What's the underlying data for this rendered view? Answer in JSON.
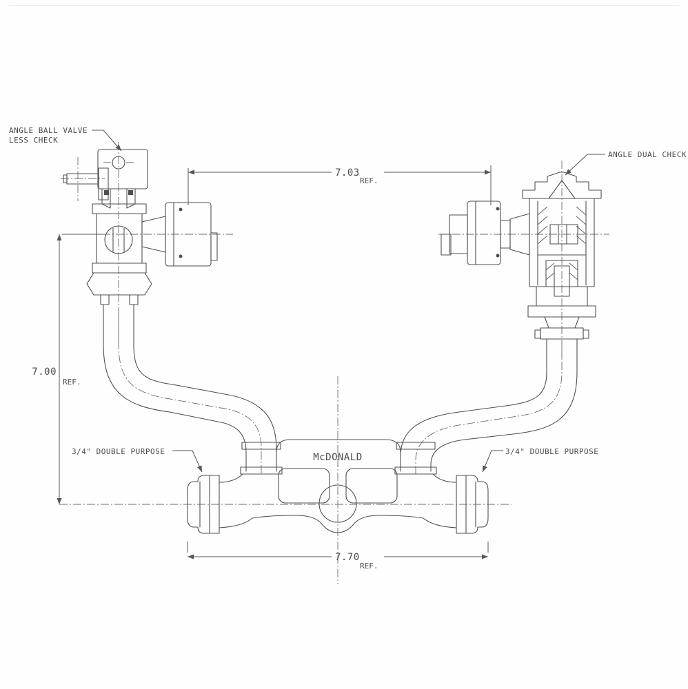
{
  "drawing": {
    "background": "#ffffff",
    "line_color": "#4f4f4f",
    "brand_text": "McDONALD",
    "callouts": {
      "angle_ball_valve_line1": "ANGLE BALL VALVE",
      "angle_ball_valve_line2": "LESS CHECK",
      "angle_dual_check": "ANGLE DUAL CHECK",
      "double_purpose_left": "3/4\" DOUBLE PURPOSE",
      "double_purpose_right": "3/4\" DOUBLE PURPOSE"
    },
    "dimensions": {
      "top_width": {
        "value": "7.03",
        "ref": "REF."
      },
      "height": {
        "value": "7.00",
        "ref": "REF."
      },
      "bottom_width": {
        "value": "7.70",
        "ref": "REF."
      }
    }
  }
}
